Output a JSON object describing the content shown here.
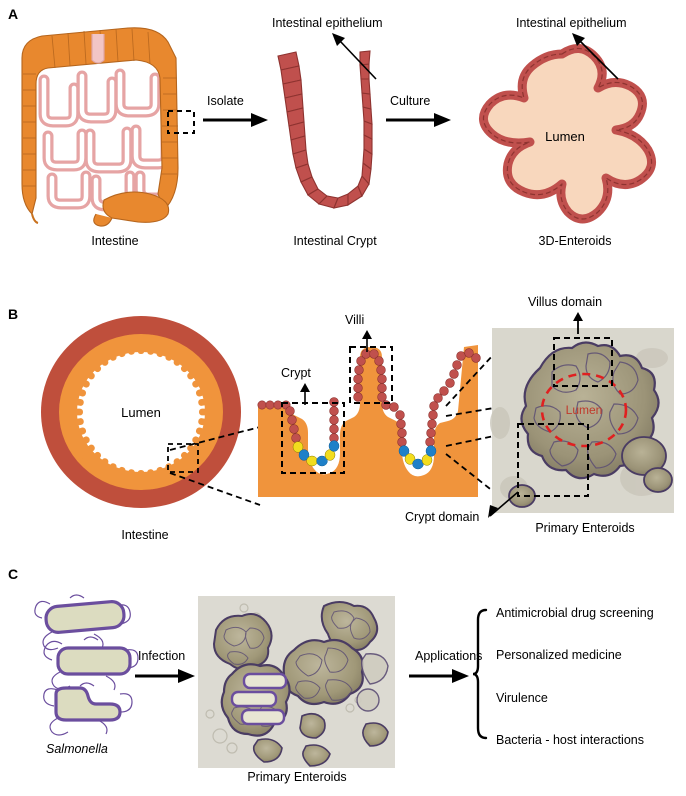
{
  "figure": {
    "panels": [
      {
        "letter": "A",
        "labels": {
          "epithelium_left": "Intestinal epithelium",
          "epithelium_right": "Intestinal epithelium",
          "arrow1": "Isolate",
          "arrow2": "Culture",
          "lumen": "Lumen"
        },
        "captions": {
          "intestine": "Intestine",
          "crypt": "Intestinal Crypt",
          "enteroids": "3D-Enteroids"
        }
      },
      {
        "letter": "B",
        "labels": {
          "lumen": "Lumen",
          "villi": "Villi",
          "crypt": "Crypt",
          "villus_domain": "Villus domain",
          "crypt_domain": "Crypt domain",
          "lumen_micrograph": "Lumen"
        },
        "captions": {
          "intestine": "Intestine",
          "enteroids": "Primary Enteroids"
        }
      },
      {
        "letter": "C",
        "labels": {
          "salmonella": "Salmonella",
          "arrow1": "Infection",
          "arrow2": "Applications"
        },
        "captions": {
          "enteroids": "Primary Enteroids"
        },
        "applications": [
          "Antimicrobial drug screening",
          "Personalized medicine",
          "Virulence",
          "Bacteria - host interactions"
        ]
      }
    ]
  },
  "colors": {
    "colon_orange": "#E8882E",
    "colon_orange_dark": "#C9721F",
    "small_intestine_pink": "#E5A0A0",
    "epithelium_red": "#C0504D",
    "epithelium_red_dark": "#9E3B38",
    "lumen_peach": "#F8D7BD",
    "serosa_brick": "#BF4F3C",
    "villi_orange": "#F0943C",
    "paneth_yellow": "#F2DD1E",
    "stem_blue": "#1E80C8",
    "bacteria_purple": "#6B4E9E",
    "bacteria_fill": "#DCDCC0",
    "micrograph_bg": "#D8D6CC",
    "micrograph_tissue": "#A39C7F",
    "dashed_black": "#000000",
    "lumen_dashed_red": "#E02020"
  }
}
